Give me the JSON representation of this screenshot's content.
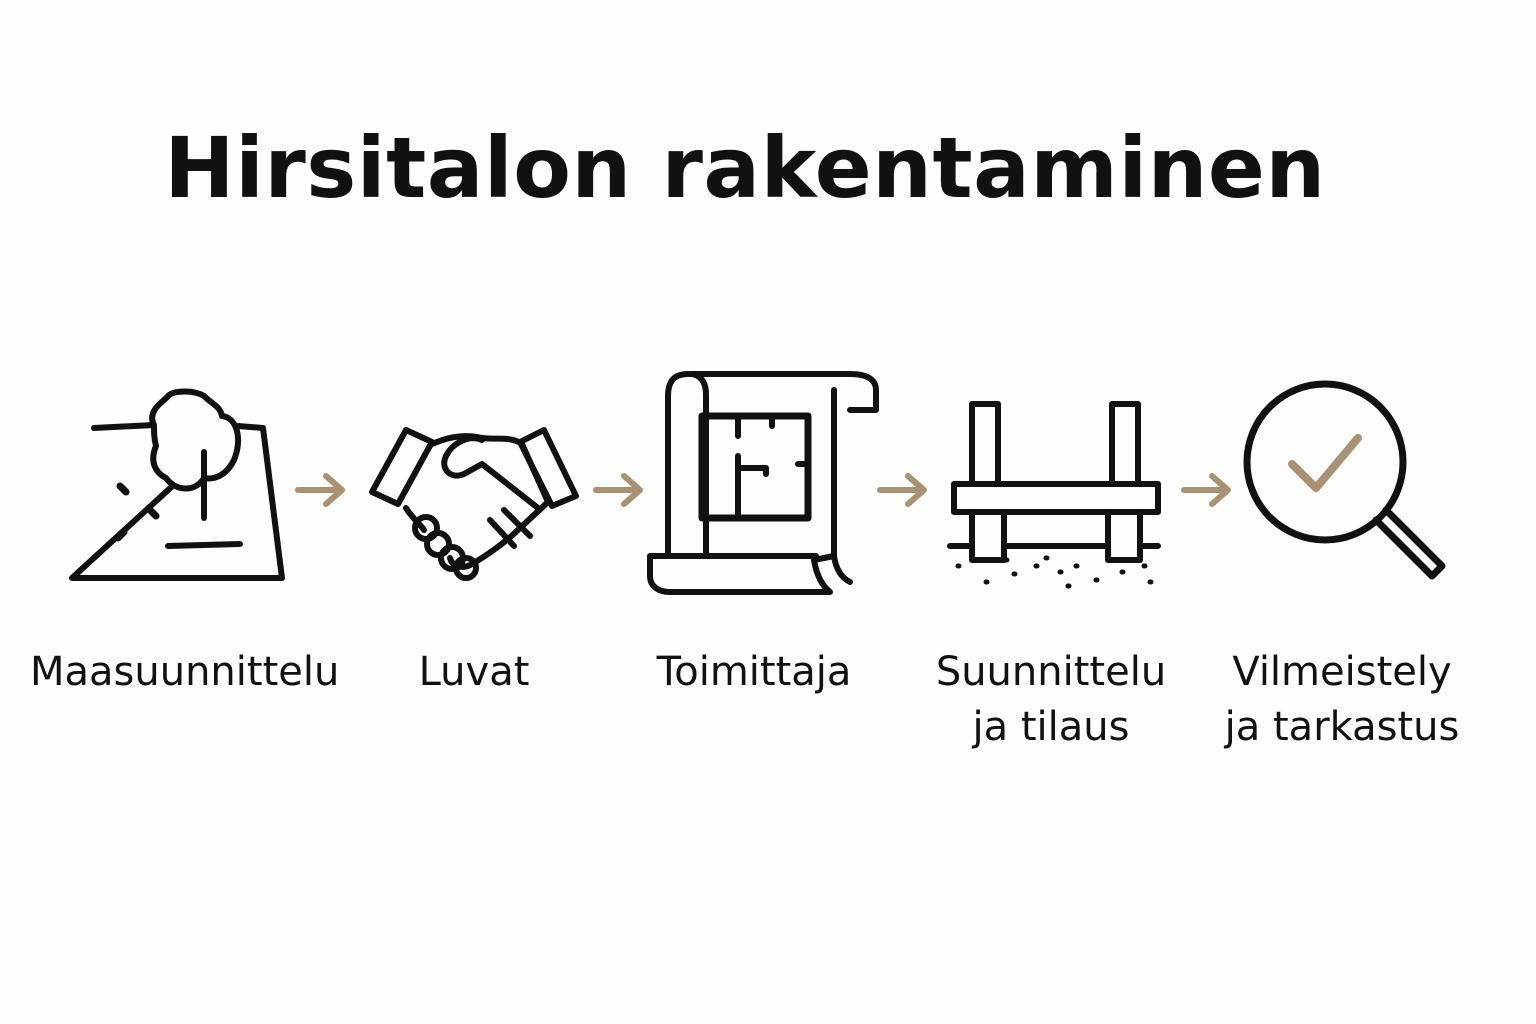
{
  "title": "Hirsitalon rakentaminen",
  "accent_color": "#a89273",
  "steps": [
    {
      "label": "Maasuunnittelu",
      "icon": "map-tree-icon"
    },
    {
      "label": "Luvat",
      "icon": "handshake-icon"
    },
    {
      "label": "Toimittaja",
      "icon": "blueprint-scroll-icon"
    },
    {
      "label": "Suunnittelu\nja tilaus",
      "icon": "foundation-icon"
    },
    {
      "label": "Vilmeistely\nja tarkastus",
      "icon": "magnifier-check-icon"
    }
  ]
}
